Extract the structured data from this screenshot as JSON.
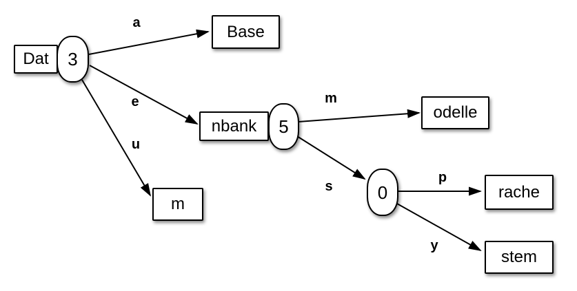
{
  "diagram": {
    "type": "trie-graph",
    "colors": {
      "background": "#ffffff",
      "node_fill": "#ffffff",
      "stroke": "#000000",
      "shadow": "rgba(0,0,0,0.45)"
    },
    "nodes": {
      "dat": {
        "label": "Dat",
        "state": "3"
      },
      "base": {
        "label": "Base"
      },
      "nbank": {
        "label": "nbank",
        "state": "5"
      },
      "m": {
        "label": "m"
      },
      "odelle": {
        "label": "odelle"
      },
      "s0": {
        "state": "0"
      },
      "rache": {
        "label": "rache"
      },
      "stem": {
        "label": "stem"
      }
    },
    "edges": {
      "dat_base": {
        "from": "dat",
        "to": "base",
        "label": "a"
      },
      "dat_nbank": {
        "from": "dat",
        "to": "nbank",
        "label": "e"
      },
      "dat_m": {
        "from": "dat",
        "to": "m",
        "label": "u"
      },
      "nbank_odelle": {
        "from": "nbank",
        "to": "odelle",
        "label": "m"
      },
      "nbank_s0": {
        "from": "nbank",
        "to": "s0",
        "label": "s"
      },
      "s0_rache": {
        "from": "s0",
        "to": "rache",
        "label": "p"
      },
      "s0_stem": {
        "from": "s0",
        "to": "stem",
        "label": "y"
      }
    }
  }
}
